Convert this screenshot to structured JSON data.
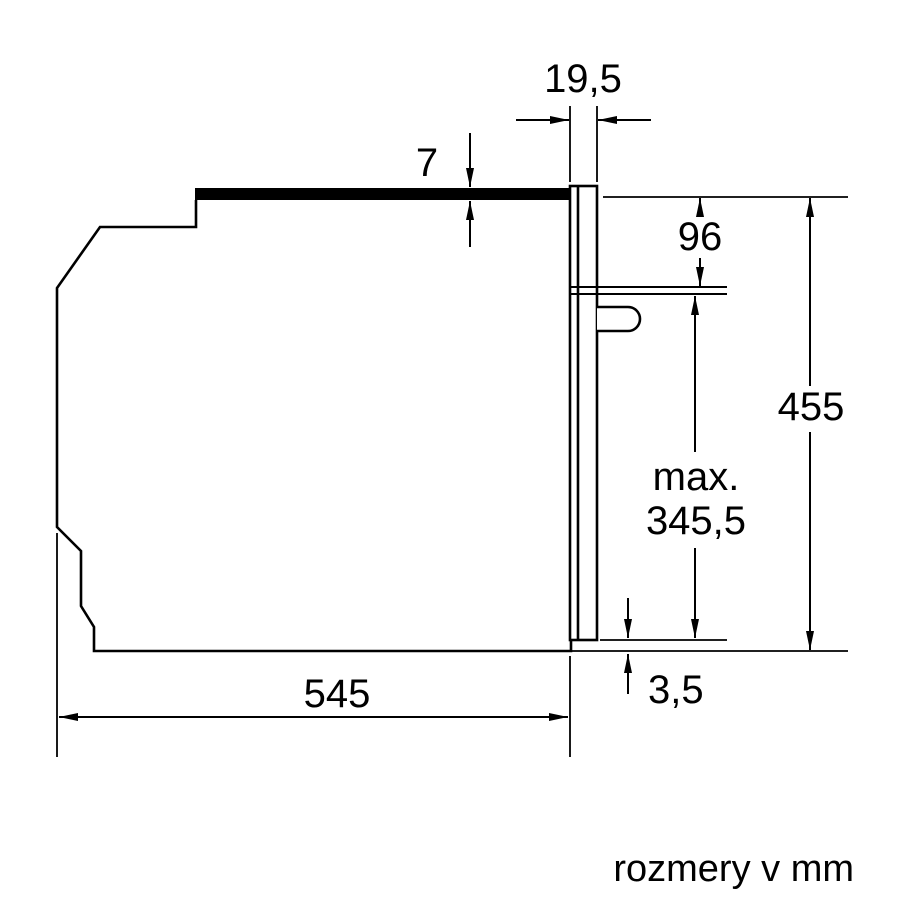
{
  "diagram": {
    "caption": "rozmery v mm",
    "dimensions": {
      "door_depth": "19,5",
      "top_plate_thickness": "7",
      "control_panel_height": "96",
      "total_height": "455",
      "max_prefix": "max.",
      "max_height": "345,5",
      "bottom_gap": "3,5",
      "body_depth": "545"
    },
    "colors": {
      "line": "#000000",
      "text": "#000000",
      "background": "#ffffff"
    }
  }
}
